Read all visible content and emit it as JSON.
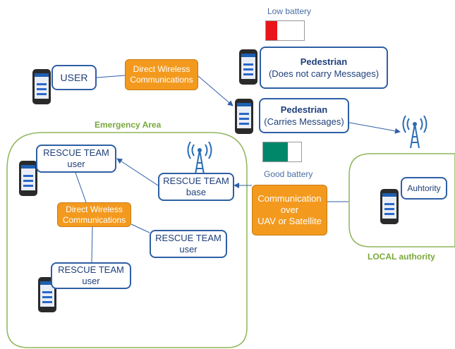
{
  "battery": {
    "low_label": "Low battery",
    "good_label": "Good battery",
    "low_color": "#e8151b",
    "good_color": "#00876a",
    "low_level": 0.3,
    "good_level": 0.65
  },
  "nodes": {
    "user": "USER",
    "direct_wireless_top": [
      "Direct Wireless",
      "Communications"
    ],
    "pedestrian_no": {
      "title": "Pedestrian",
      "sub": "(Does not carry Messages)"
    },
    "pedestrian_yes": {
      "title": "Pedestrian",
      "sub": "(Carries Messages)"
    },
    "rescue_user_1": [
      "RESCUE TEAM",
      "user"
    ],
    "rescue_base": [
      "RESCUE TEAM",
      "base"
    ],
    "direct_wireless_area": [
      "Direct Wireless",
      "Communications"
    ],
    "rescue_user_2": [
      "RESCUE TEAM",
      "user"
    ],
    "rescue_user_3": [
      "RESCUE TEAM",
      "user"
    ],
    "uav": [
      "Communication",
      "over",
      "UAV or Satellite"
    ],
    "authority": "Auhtority"
  },
  "areas": {
    "emergency": "Emergency Area",
    "local": "LOCAL authority"
  },
  "colors": {
    "box_border": "#2e5fa5",
    "orange": "#f39a1e",
    "area_green": "#8fb55a"
  }
}
